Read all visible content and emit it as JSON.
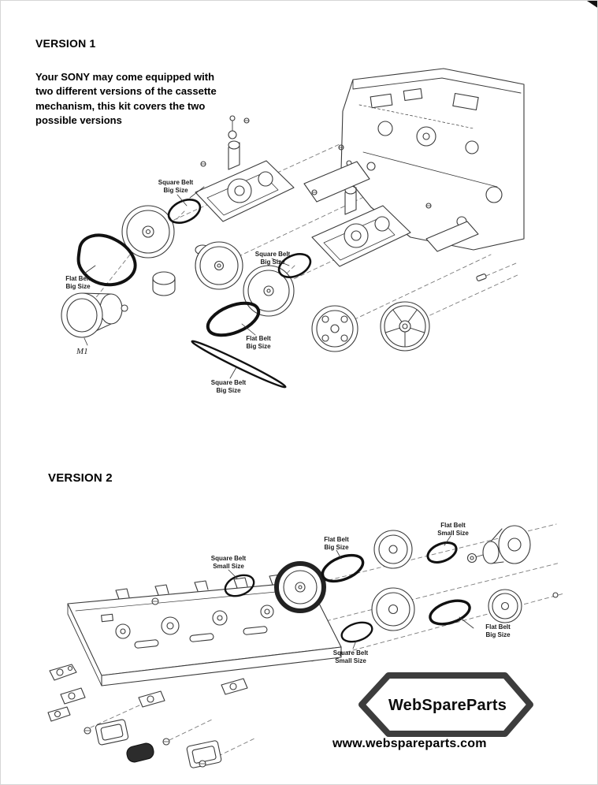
{
  "v1": {
    "heading": "VERSION 1",
    "intro": "Your SONY may come equipped with\ntwo different versions of the cassette\nmechanism, this kit covers the two\npossible versions",
    "labels": {
      "square_belt_top": "Square Belt\nBig Size",
      "flat_belt_left": "Flat Belt\nBig Size",
      "square_belt_mid": "Square Belt\nBig Size",
      "flat_belt_mid": "Flat Belt\nBig Size",
      "square_belt_long": "Square Belt\nBig Size",
      "motor": "M1"
    }
  },
  "v2": {
    "heading": "VERSION 2",
    "labels": {
      "square_belt_small_upper": "Square Belt\nSmall Size",
      "flat_belt_big_upper": "Flat Belt\nBig Size",
      "flat_belt_small": "Flat Belt\nSmall Size",
      "square_belt_small_lower": "Square Belt\nSmall Size",
      "flat_belt_big_lower": "Flat Belt\nBig Size"
    }
  },
  "branding": {
    "logo": "WebSpareParts",
    "website": "www.webspareparts.com"
  }
}
